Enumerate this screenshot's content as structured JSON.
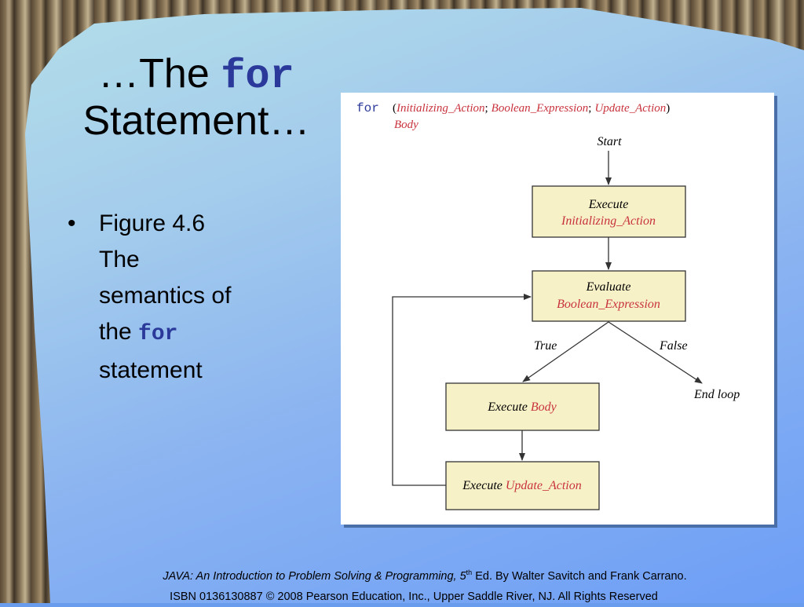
{
  "slide": {
    "title_prefix": "…The ",
    "title_keyword": "for",
    "title_suffix": "Statement…",
    "bullet": {
      "marker": "•",
      "line1": "Figure 4.6",
      "line2": "The",
      "line3": "semantics of",
      "line4_prefix": "the ",
      "keyword": "for",
      "line5": "statement"
    }
  },
  "figure": {
    "syntax": {
      "keyword": "for",
      "open_paren": "(",
      "init": "Initializing_Action",
      "sep1": ";",
      "boolean": "Boolean_Expression",
      "sep2": ";",
      "update": "Update_Action",
      "close_paren": ")",
      "body": "Body"
    },
    "start": "Start",
    "box_init": {
      "line1": "Execute",
      "line2": "Initializing_Action"
    },
    "box_eval": {
      "line1": "Evaluate",
      "line2": "Boolean_Expression"
    },
    "label_true": "True",
    "label_false": "False",
    "end_loop": "End loop",
    "box_body": {
      "verb": "Execute",
      "target": "Body"
    },
    "box_update": {
      "verb": "Execute",
      "target": "Update_Action"
    },
    "colors": {
      "red": "#c8323c",
      "blue": "#2b3a9a",
      "box_fill": "#f7f1c8"
    }
  },
  "footer": {
    "line1_italic": "JAVA: An Introduction to Problem Solving & Programming, 5",
    "line1_sup": "th",
    "line1_rest": " Ed. By Walter Savitch and Frank Carrano.",
    "line2": "ISBN 0136130887 © 2008 Pearson Education, Inc., Upper Saddle River, NJ. All Rights Reserved"
  }
}
